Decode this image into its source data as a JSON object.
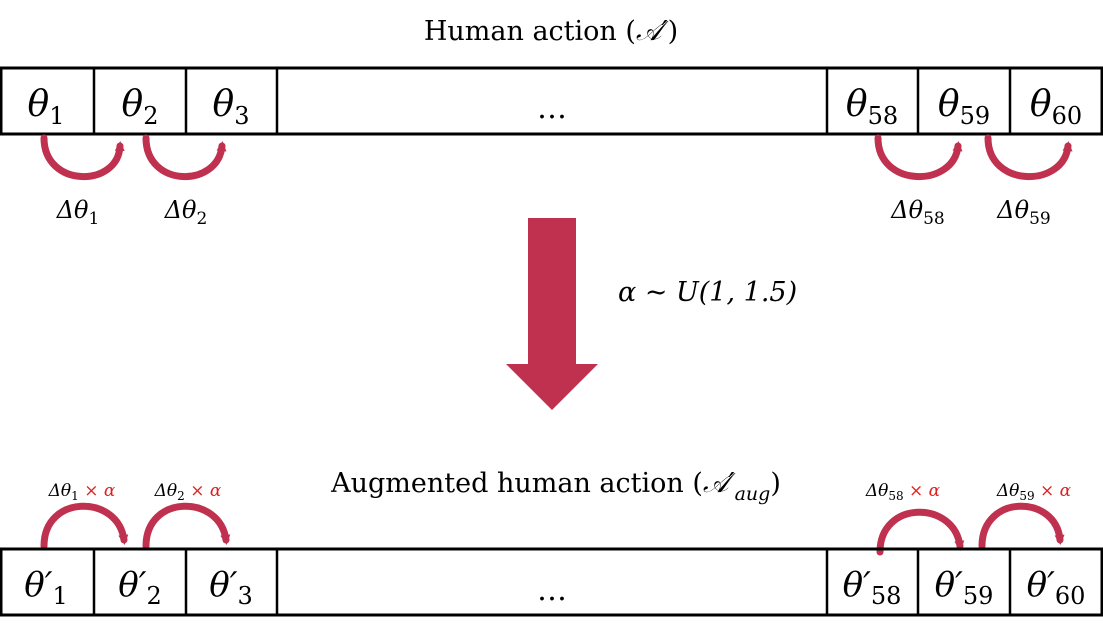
{
  "top": {
    "title_text": "Human action (",
    "title_symbol": "𝒜′",
    "title_close": ")",
    "cells": [
      {
        "sym": "θ",
        "sub": "1"
      },
      {
        "sym": "θ",
        "sub": "2"
      },
      {
        "sym": "θ",
        "sub": "3"
      },
      {
        "sym": "…",
        "sub": ""
      },
      {
        "sym": "θ",
        "sub": "58"
      },
      {
        "sym": "θ",
        "sub": "59"
      },
      {
        "sym": "θ",
        "sub": "60"
      }
    ],
    "deltas": [
      {
        "sym": "Δθ",
        "sub": "1"
      },
      {
        "sym": "Δθ",
        "sub": "2"
      },
      {
        "sym": "Δθ",
        "sub": "58"
      },
      {
        "sym": "Δθ",
        "sub": "59"
      }
    ]
  },
  "middle": {
    "formula": "α ~ U(1, 1.5)"
  },
  "bottom": {
    "title_text": "Augmented human action (",
    "title_symbol": "𝒜′",
    "title_sub": "aug",
    "title_close": ")",
    "cells": [
      {
        "sym": "θ′",
        "sub": "1"
      },
      {
        "sym": "θ′",
        "sub": "2"
      },
      {
        "sym": "θ′",
        "sub": "3"
      },
      {
        "sym": "…",
        "sub": ""
      },
      {
        "sym": "θ′",
        "sub": "58"
      },
      {
        "sym": "θ′",
        "sub": "59"
      },
      {
        "sym": "θ′",
        "sub": "60"
      }
    ],
    "deltas": [
      {
        "sym": "Δθ",
        "sub": "1",
        "mult": "× α"
      },
      {
        "sym": "Δθ",
        "sub": "2",
        "mult": "× α"
      },
      {
        "sym": "Δθ",
        "sub": "58",
        "mult": "× α"
      },
      {
        "sym": "Δθ",
        "sub": "59",
        "mult": "× α"
      }
    ]
  },
  "colors": {
    "arrow": "#C0304F",
    "multiplier": "#E02020",
    "stroke": "#000000"
  }
}
